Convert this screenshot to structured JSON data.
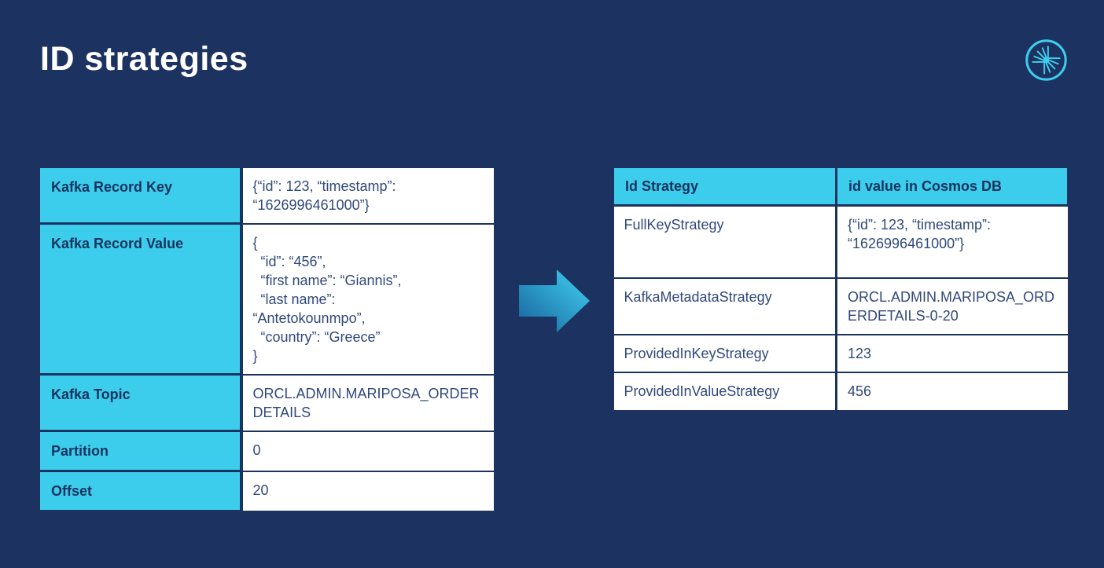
{
  "slide": {
    "title": "ID strategies"
  },
  "colors": {
    "background": "#1C3260",
    "accent_cyan": "#3DCDEC",
    "label_text": "#17335E",
    "value_text": "#31497A",
    "title_text": "#FFFFFF",
    "arrow_gradient_start": "#17619B",
    "arrow_gradient_end": "#41D3F4"
  },
  "icons": {
    "logo": "confluent-spark-logo",
    "arrow": "right-block-arrow"
  },
  "kafka_table": {
    "rows": [
      {
        "label": "Kafka Record Key",
        "value": "{“id”: 123, “timestamp”: “1626996461000”}"
      },
      {
        "label": "Kafka Record Value",
        "value": "{\n  “id”: “456”,\n  “first name”: “Giannis”,\n  “last name”:\n“Antetokounmpo”,\n  “country”: “Greece”\n}"
      },
      {
        "label": "Kafka Topic",
        "value": "ORCL.ADMIN.MARIPOSA_ORDERDETAILS"
      },
      {
        "label": "Partition",
        "value": "0"
      },
      {
        "label": "Offset",
        "value": "20"
      }
    ]
  },
  "strategy_table": {
    "headers": [
      "Id Strategy",
      "id value in Cosmos DB"
    ],
    "rows": [
      {
        "strategy": "FullKeyStrategy",
        "value": "{“id”: 123, “timestamp”: “1626996461000”}"
      },
      {
        "strategy": "KafkaMetadataStrategy",
        "value": "ORCL.ADMIN.MARIPOSA_ORDERDETAILS-0-20"
      },
      {
        "strategy": "ProvidedInKeyStrategy",
        "value": "123"
      },
      {
        "strategy": "ProvidedInValueStrategy",
        "value": "456"
      }
    ]
  }
}
